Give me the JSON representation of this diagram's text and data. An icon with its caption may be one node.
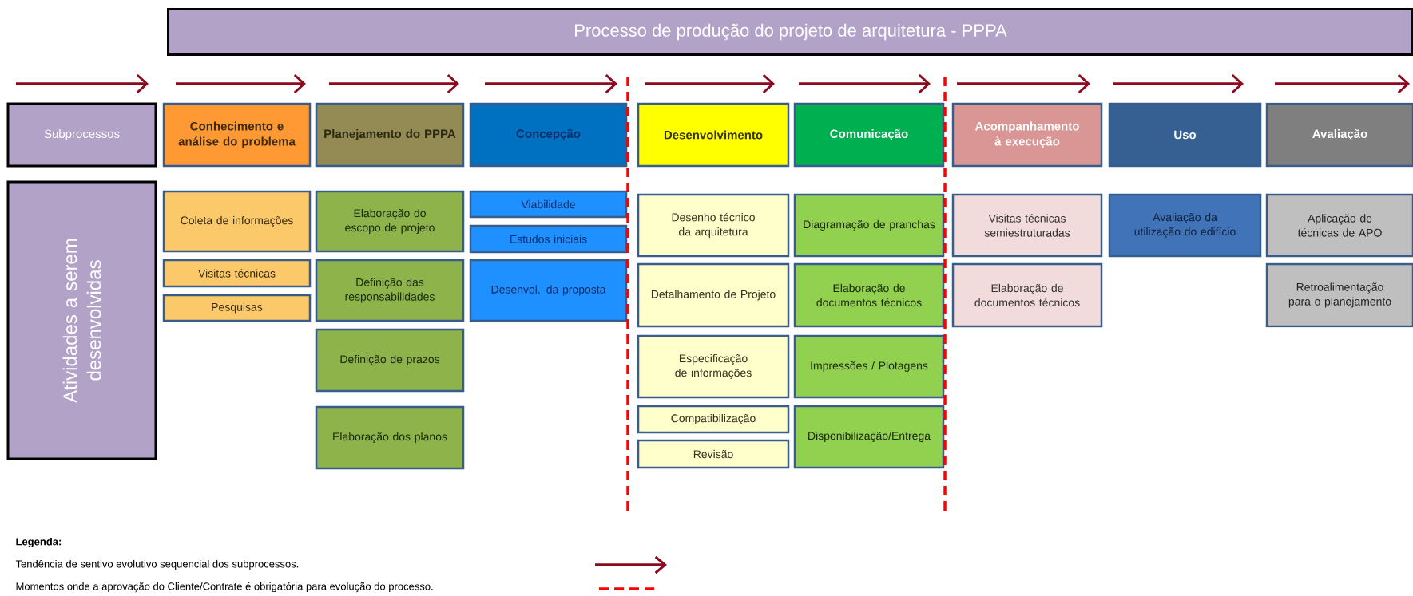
{
  "diagram": {
    "title": "Processo de produção do projeto de arquitetura - PPPA",
    "nodes": [
      {
        "text": [
          "Subprocessos"
        ]
      },
      {
        "text": [
          "Conhecimento e análise do problema"
        ]
      },
      {
        "text": [
          "Planejamento do PPPA"
        ]
      },
      {
        "text": [
          "Concepção"
        ]
      },
      {
        "text": [
          "Desenvolvimento"
        ]
      },
      {
        "text": [
          "Comunicação"
        ]
      },
      {
        "text": [
          "Acompanhamento à execução"
        ]
      },
      {
        "text": [
          "Uso"
        ]
      },
      {
        "text": [
          "Avaliação"
        ]
      },
      {
        "text": [
          "Atividades a serem desenvolvidas"
        ]
      },
      {
        "text": [
          "Coleta de informações"
        ]
      },
      {
        "text": [
          "Visitas técnicas"
        ]
      },
      {
        "text": [
          "Pesquisas"
        ]
      },
      {
        "text": [
          "Elaboração do escopo de projeto"
        ]
      },
      {
        "text": [
          "Definição das responsabilidades"
        ]
      },
      {
        "text": [
          "Definição de prazos"
        ]
      },
      {
        "text": [
          "Elaboração dos planos"
        ]
      },
      {
        "text": [
          "Viabilidade"
        ]
      },
      {
        "text": [
          "Estudos iniciais"
        ]
      },
      {
        "text": [
          "Desenvol. da proposta"
        ]
      },
      {
        "text": [
          "Desenho técnico da arquitetura"
        ]
      },
      {
        "text": [
          "Detalhamento de Projeto"
        ]
      },
      {
        "text": [
          "Especificação de informações"
        ]
      },
      {
        "text": [
          "Compatibilização"
        ]
      },
      {
        "text": [
          "Revisão"
        ]
      },
      {
        "text": [
          "Diagramação de pranchas"
        ]
      },
      {
        "text": [
          "Elaboração de documentos técnicos"
        ]
      },
      {
        "text": [
          "Impressões / Plotagens"
        ]
      },
      {
        "text": [
          "Disponibilização/Entrega"
        ]
      },
      {
        "text": [
          "Visitas técnicas semiestruturadas"
        ]
      },
      {
        "text": [
          "Elaboração de documentos técnicos"
        ]
      },
      {
        "text": [
          "Avaliação da utilização do edifício"
        ]
      },
      {
        "text": [
          "Aplicação de técnicas de APO"
        ]
      },
      {
        "text": [
          "Retroalimentação para o planejamento"
        ]
      }
    ],
    "labels": [
      "Legenda:"
    ],
    "legend": [
      {
        "text": "Tendência de sentivo evolutivo sequencial dos subprocessos."
      },
      {
        "text": "Momentos onde a aprovação do Cliente/Contrate é obrigatória para evolução do processo."
      }
    ]
  }
}
